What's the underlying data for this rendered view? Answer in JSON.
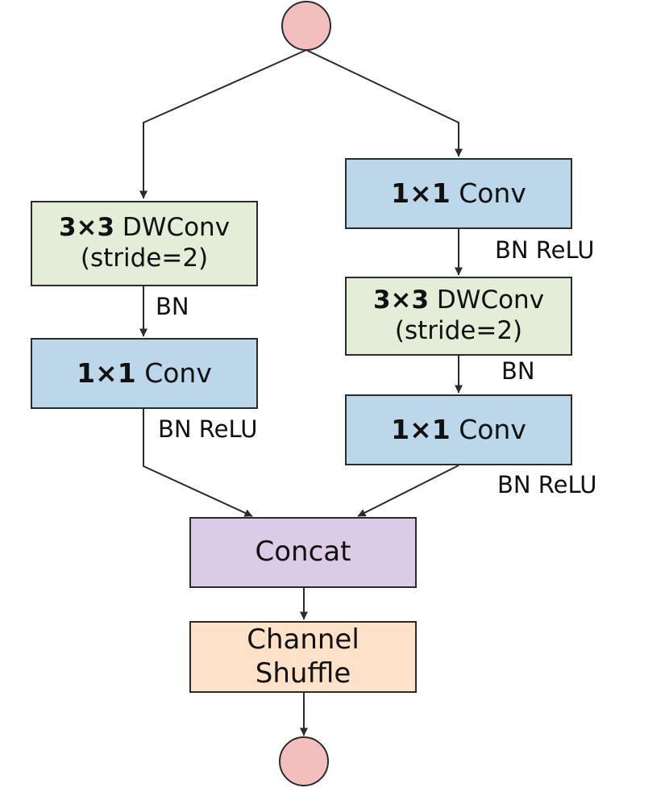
{
  "colors": {
    "io": "#f2bebe",
    "conv": "#bcd7ea",
    "dwconv": "#e3edd8",
    "concat": "#dccbe6",
    "shuffle": "#fde1c9",
    "line": "#2b2b2b"
  },
  "left_branch": {
    "dwconv": {
      "bold": "3×3",
      "rest": " DWConv",
      "line2": "(stride=2)"
    },
    "dw_after": "BN",
    "conv": {
      "bold": "1×1",
      "rest": " Conv"
    },
    "conv_after": "BN ReLU"
  },
  "right_branch": {
    "conv1": {
      "bold": "1×1",
      "rest": " Conv"
    },
    "conv1_after": "BN ReLU",
    "dwconv": {
      "bold": "3×3",
      "rest": " DWConv",
      "line2": "(stride=2)"
    },
    "dw_after": "BN",
    "conv2": {
      "bold": "1×1",
      "rest": " Conv"
    },
    "conv2_after": "BN ReLU"
  },
  "merge": {
    "concat": "Concat",
    "shuffle_line1": "Channel",
    "shuffle_line2": "Shuffle"
  }
}
